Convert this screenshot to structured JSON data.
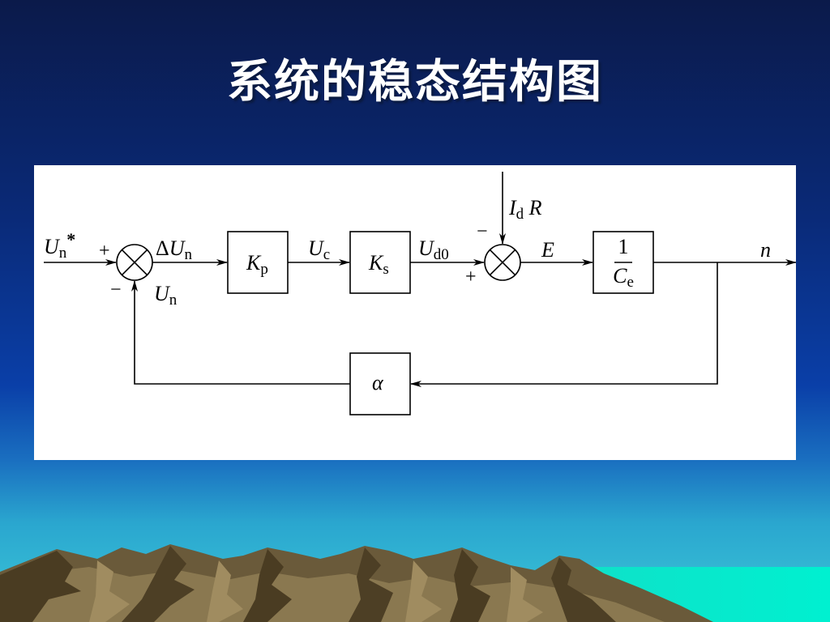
{
  "slide": {
    "title": "系统的稳态结构图"
  },
  "diagram": {
    "input": {
      "main": "U",
      "sub": "n",
      "sup": "*"
    },
    "sum1": {
      "plus_sign": "+",
      "minus_sign": "−"
    },
    "error": {
      "delta": "Δ",
      "main": "U",
      "sub": "n"
    },
    "feedback_signal": {
      "main": "U",
      "sub": "n"
    },
    "block_kp": {
      "main": "K",
      "sub": "p"
    },
    "uc": {
      "main": "U",
      "sub": "c"
    },
    "block_ks": {
      "main": "K",
      "sub": "s"
    },
    "ud0": {
      "main": "U",
      "sub": "d0"
    },
    "disturbance": {
      "main": "I",
      "sub": "d",
      "extra": "R"
    },
    "sum2": {
      "minus_sign": "−",
      "plus_sign": "+"
    },
    "emf": {
      "main": "E"
    },
    "block_ce": {
      "numerator": "1",
      "denominator_main": "C",
      "denominator_sub": "e"
    },
    "output": {
      "main": "n"
    },
    "block_alpha": {
      "main": "α"
    }
  }
}
